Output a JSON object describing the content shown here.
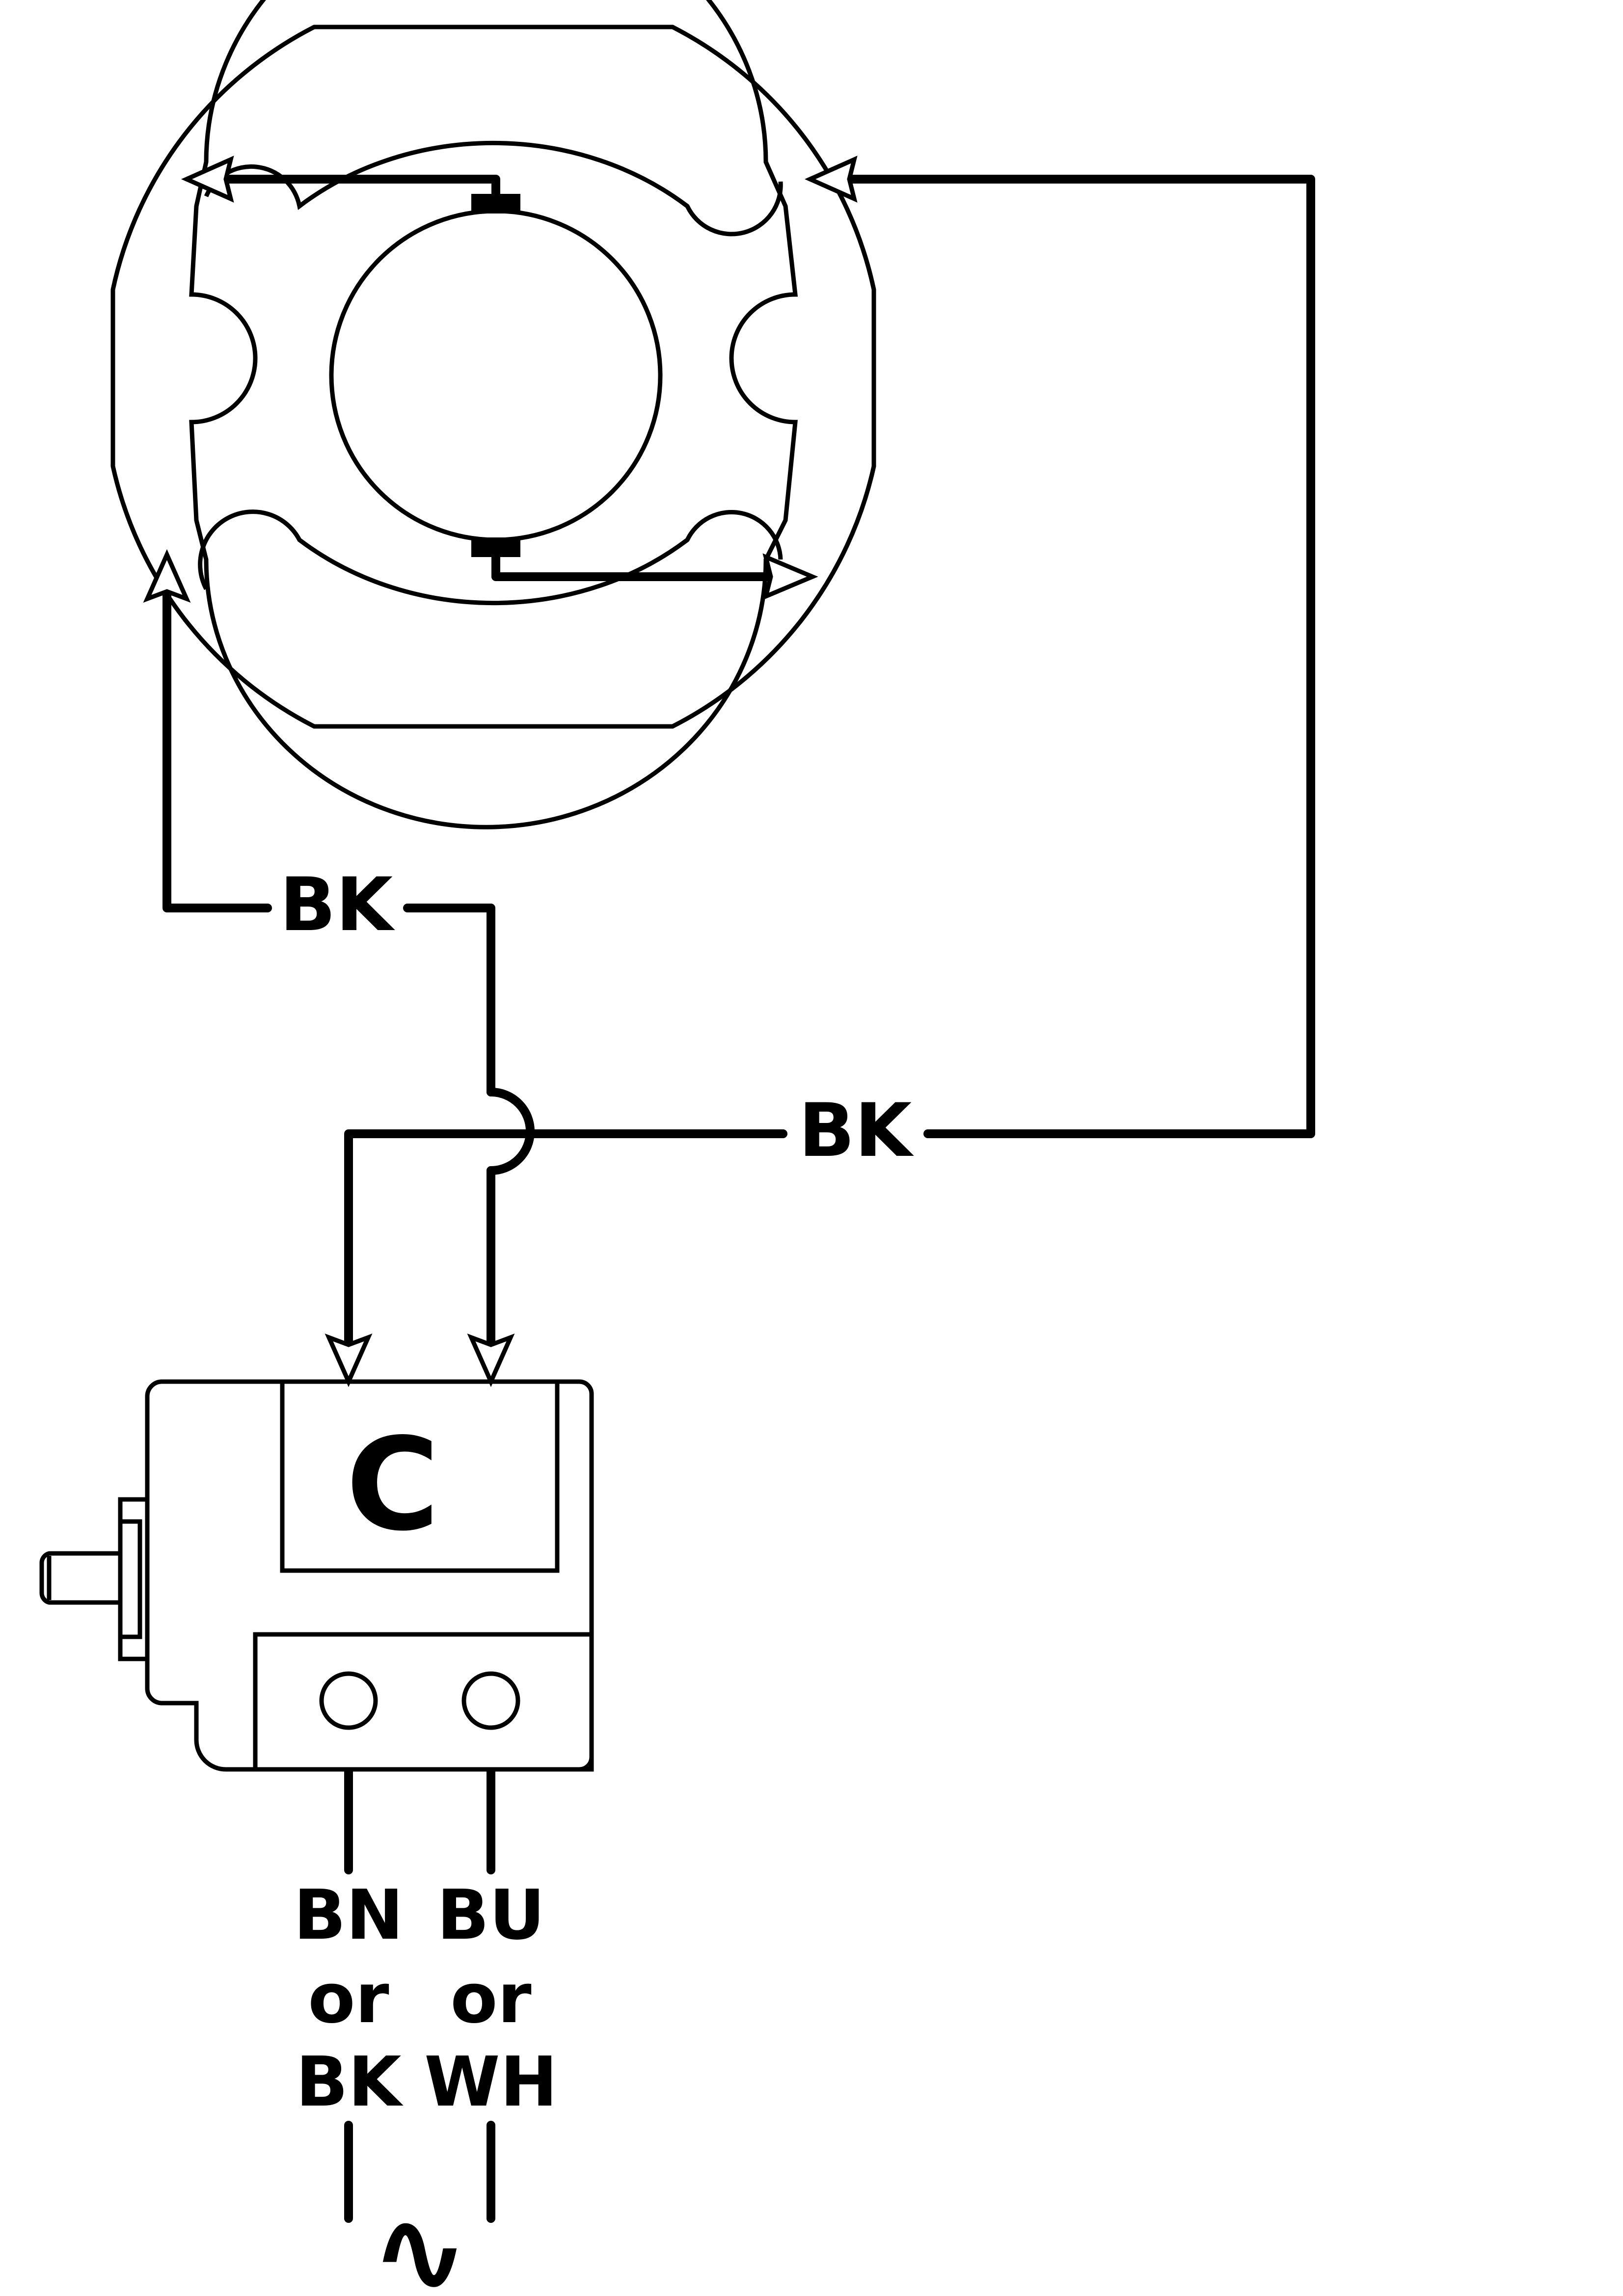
{
  "wire_labels": {
    "left_loop": "BK",
    "right_loop": "BK"
  },
  "capacitor": {
    "symbol": "C"
  },
  "supply": {
    "terminal_1": {
      "line_1": "BN",
      "line_2": "or",
      "line_3": "BK"
    },
    "terminal_2": {
      "line_1": "BU",
      "line_2": "or",
      "line_3": "WH"
    },
    "ac_symbol": "∿"
  },
  "colors": {
    "stroke": "#000000",
    "background": "#ffffff"
  }
}
